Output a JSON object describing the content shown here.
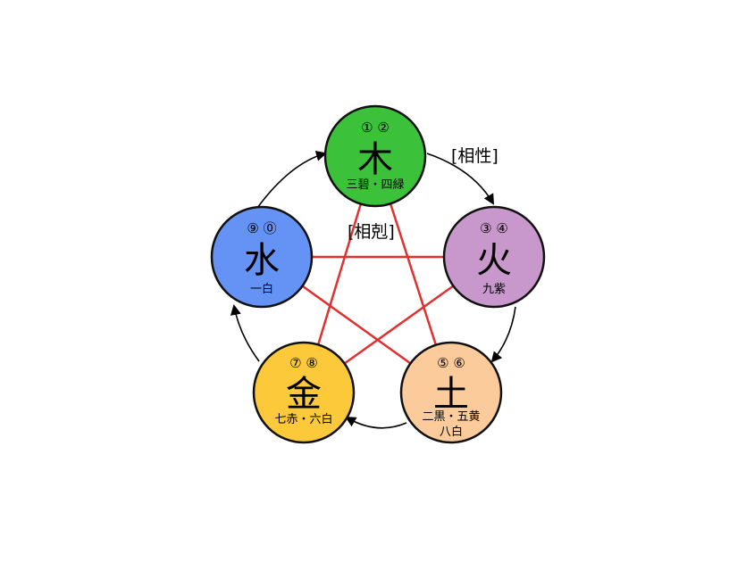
{
  "labels": {
    "generating": "[相性]",
    "overcoming": "[相剋]"
  },
  "elements": [
    {
      "id": "wood",
      "glyph": "木",
      "numbers": "① ②",
      "sub1": "三碧・四緑",
      "sub2": "",
      "color": "#3cc13a"
    },
    {
      "id": "fire",
      "glyph": "火",
      "numbers": "③ ④",
      "sub1": "九紫",
      "sub2": "",
      "color": "#c897cc"
    },
    {
      "id": "earth",
      "glyph": "土",
      "numbers": "⑤ ⑥",
      "sub1": "二黒・五黄",
      "sub2": "八白",
      "color": "#fccb9c"
    },
    {
      "id": "metal",
      "glyph": "金",
      "numbers": "⑦ ⑧",
      "sub1": "七赤・六白",
      "sub2": "",
      "color": "#fcc93a"
    },
    {
      "id": "water",
      "glyph": "水",
      "numbers": "⑨ ⓪",
      "sub1": "一白",
      "sub2": "",
      "color": "#6592f5"
    }
  ],
  "colors": {
    "overcoming_line": "#e13030",
    "arrow": "#000000",
    "outline": "#111111"
  }
}
